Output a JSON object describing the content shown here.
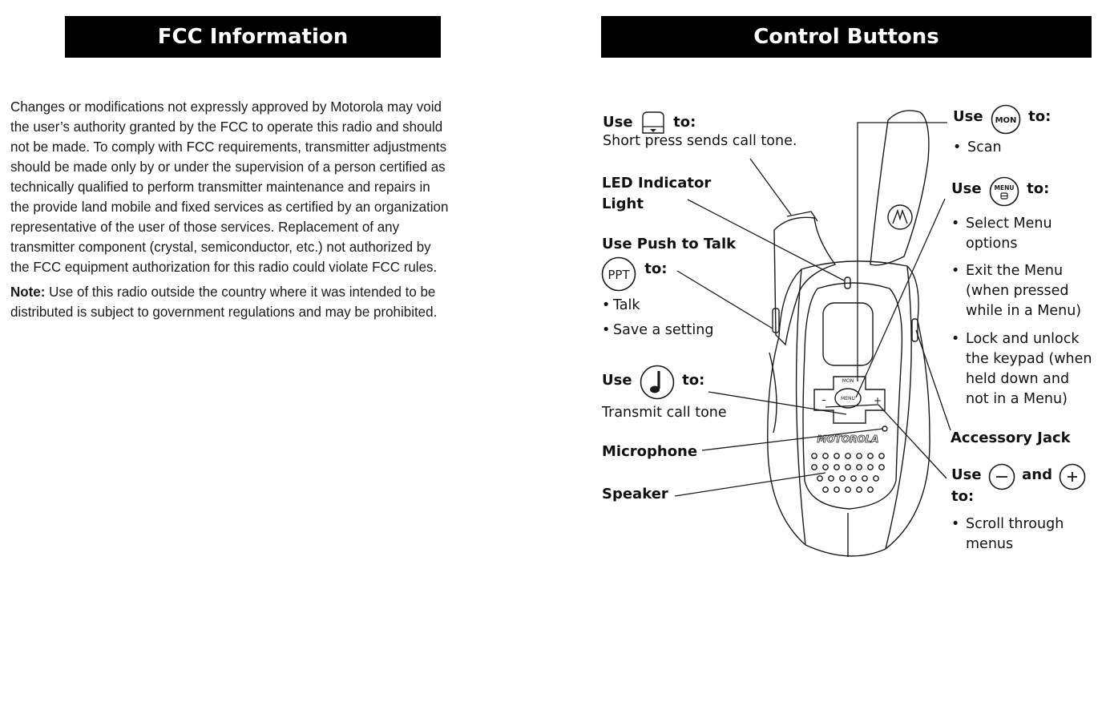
{
  "left_page": {
    "header": "FCC Information",
    "paragraph1_lines": [
      "Changes or modifications not expressly approved by Motorola may void",
      "the user’s authority granted by the FCC to operate this radio and should",
      "not be made. To comply with FCC requirements, transmitter adjustments",
      "should be made only by or under the supervision of a person certified as",
      "technically qualified to perform transmitter maintenance and repairs in",
      "the provide land mobile and fixed services as certified by an organization",
      "representative of the user of those services. Replacement of any",
      "transmitter component (crystal, semiconductor, etc.) not authorized by",
      "the FCC equipment authorization for this radio could violate FCC rules."
    ],
    "note_label": "Note:",
    "note_lines": [
      " Use of this radio outside the country where it was intended to be",
      "distributed is subject to government regulations and may be prohibited."
    ]
  },
  "right_page": {
    "header": "Control Buttons",
    "call_tone": {
      "use": "Use",
      "to": "to:",
      "desc": "Short press sends call tone."
    },
    "led": {
      "line1": "LED Indicator",
      "line2": "Light"
    },
    "ptt": {
      "title": "Use Push to Talk",
      "button_text": "PPT",
      "to": "to:",
      "bullets": [
        "Talk",
        "Save a setting"
      ]
    },
    "tone": {
      "use": "Use",
      "to": "to:",
      "desc": "Transmit call tone"
    },
    "microphone": "Microphone",
    "speaker": "Speaker",
    "mon": {
      "use": "Use",
      "button_text": "MON",
      "to": "to:",
      "bullets": [
        "Scan"
      ]
    },
    "menu": {
      "use": "Use",
      "button_text": "MENU",
      "to": "to:",
      "bullets": [
        [
          "Select Menu",
          "options"
        ],
        [
          "Exit the Menu",
          "(when pressed",
          "while in a Menu)"
        ],
        [
          "Lock and unlock",
          "the keypad (when",
          "held down and",
          "not in a Menu)"
        ]
      ]
    },
    "accessory": "Accessory Jack",
    "scroll": {
      "use": "Use",
      "and": "and",
      "to": "to:",
      "bullets": [
        [
          "Scroll through",
          "menus"
        ]
      ]
    },
    "radio": {
      "brand": "MOTOROLA",
      "mon_key": "MON",
      "menu_key": "MENU"
    }
  }
}
